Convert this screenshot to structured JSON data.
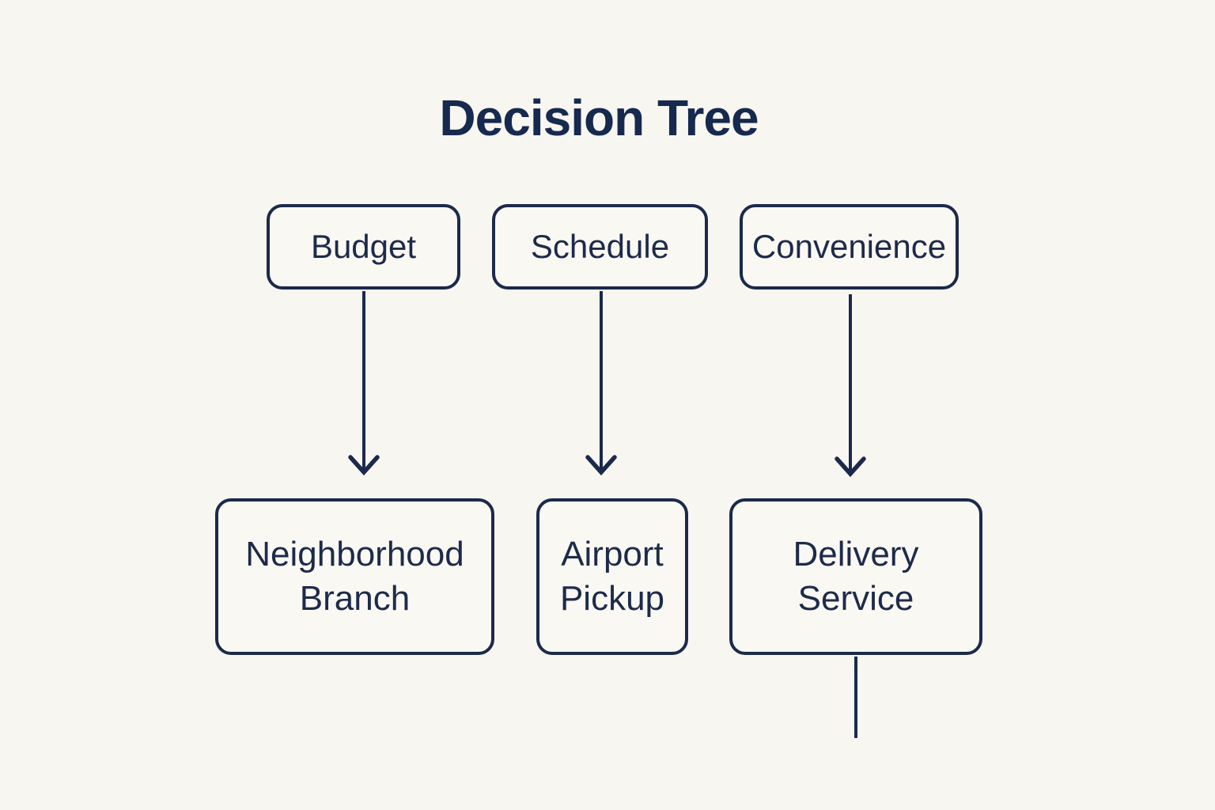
{
  "title": "Decision Tree",
  "colors": {
    "background": "#f8f6f0",
    "line": "#1b2a4c",
    "text": "#1d2b4a",
    "title_text": "#16294f"
  },
  "nodes": {
    "top": [
      {
        "id": "budget",
        "label": "Budget"
      },
      {
        "id": "schedule",
        "label": "Schedule"
      },
      {
        "id": "convenience",
        "label": "Convenience"
      }
    ],
    "bottom": [
      {
        "id": "neighborhood-branch",
        "label": "Neighborhood\nBranch"
      },
      {
        "id": "airport-pickup",
        "label": "Airport\nPickup"
      },
      {
        "id": "delivery-service",
        "label": "Delivery\nService"
      }
    ]
  },
  "connections": [
    {
      "from": "budget",
      "to": "neighborhood-branch",
      "arrowhead": true
    },
    {
      "from": "schedule",
      "to": "airport-pickup",
      "arrowhead": true
    },
    {
      "from": "convenience",
      "to": "delivery-service",
      "arrowhead": true
    },
    {
      "from": "delivery-service",
      "to": "",
      "arrowhead": false
    }
  ]
}
